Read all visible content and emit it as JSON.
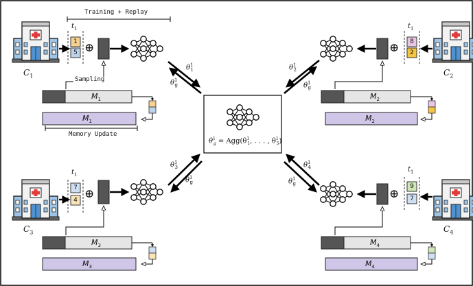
{
  "labels": {
    "training_replay": "Training + Replay",
    "sampling": "Sampling",
    "memory_update": "Memory Update",
    "time_step": "t",
    "time_sub": "1",
    "plus": "⊕"
  },
  "server": {
    "equation_lhs": "θ",
    "equation_rhs": "= Agg(θ",
    "equation_mid": ", . . . , θ",
    "equation_end": ")",
    "sub_g": "g",
    "sup": "1",
    "sub_1": "1",
    "sub_5": "5"
  },
  "clients": [
    {
      "name": "C",
      "sub": "1",
      "memory": "M",
      "chip_top": "1",
      "chip_bottom": "5",
      "theta_up": "θ",
      "up_sub": "1",
      "theta_down": "θ"
    },
    {
      "name": "C",
      "sub": "2",
      "memory": "M",
      "chip_top": "8",
      "chip_bottom": "2",
      "theta_up": "θ",
      "up_sub": "2",
      "theta_down": "θ"
    },
    {
      "name": "C",
      "sub": "3",
      "memory": "M",
      "chip_top": "7",
      "chip_bottom": "4",
      "theta_up": "θ",
      "up_sub": "3",
      "theta_down": "θ"
    },
    {
      "name": "C",
      "sub": "4",
      "memory": "M",
      "chip_top": "9",
      "chip_bottom": "7",
      "theta_up": "θ",
      "up_sub": "4",
      "theta_down": "θ"
    }
  ],
  "colors": {
    "orange": "#f6d18f",
    "blue": "#bcd3ea",
    "pink": "#e9c6e3",
    "yellow": "#f5c542",
    "lightblue": "#cfe0f4",
    "cream": "#f9e4b5",
    "green": "#cfe6b6",
    "lavender": "#cfc6e8",
    "darkgray": "#555555",
    "lightgray": "#e6e6e6"
  }
}
